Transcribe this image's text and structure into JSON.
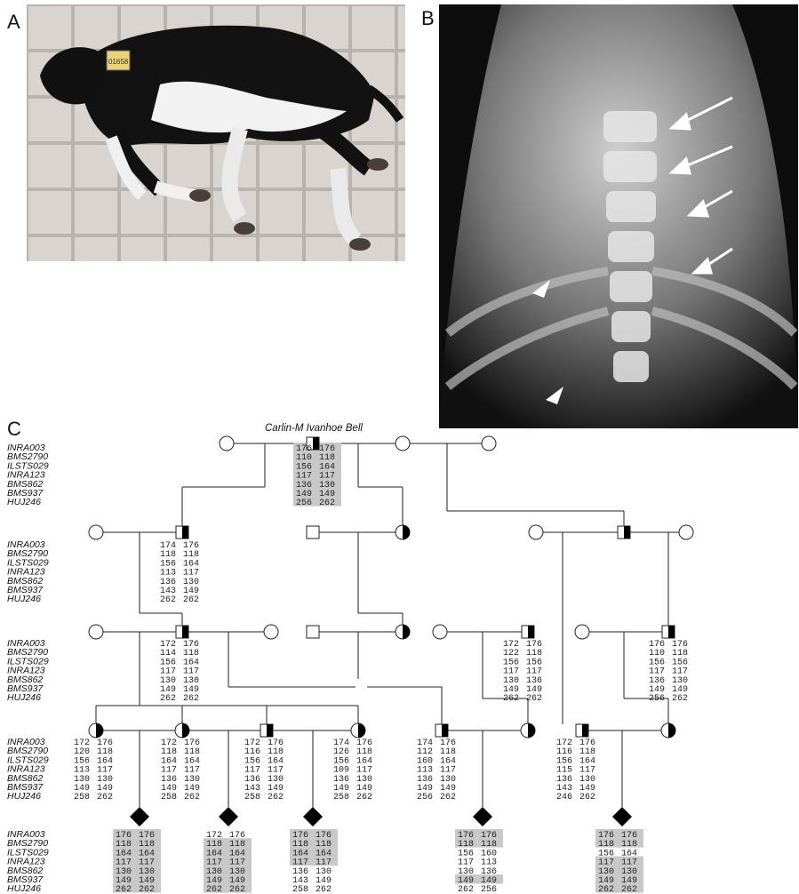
{
  "panels": {
    "a": "A",
    "b": "B",
    "c": "C"
  },
  "photo": {
    "ear_tag": "01658"
  },
  "pedigree": {
    "founder_name": "Carlin-M Ivanhoe Bell",
    "markers": [
      "INRA003",
      "BMS2790",
      "ILSTS029",
      "INRA123",
      "BMS862",
      "BMS937",
      "HUJ246"
    ],
    "genotypes": {
      "founder": [
        [
          "176",
          "176"
        ],
        [
          "110",
          "118"
        ],
        [
          "156",
          "164"
        ],
        [
          "117",
          "117"
        ],
        [
          "136",
          "130"
        ],
        [
          "149",
          "149"
        ],
        [
          "256",
          "262"
        ]
      ],
      "g2_male": [
        [
          "174",
          "176"
        ],
        [
          "118",
          "118"
        ],
        [
          "156",
          "164"
        ],
        [
          "113",
          "117"
        ],
        [
          "136",
          "130"
        ],
        [
          "143",
          "149"
        ],
        [
          "262",
          "262"
        ]
      ],
      "g3_male_left": [
        [
          "172",
          "176"
        ],
        [
          "114",
          "118"
        ],
        [
          "156",
          "164"
        ],
        [
          "117",
          "117"
        ],
        [
          "130",
          "130"
        ],
        [
          "149",
          "149"
        ],
        [
          "262",
          "262"
        ]
      ],
      "g3_male_mid": [
        [
          "172",
          "176"
        ],
        [
          "122",
          "118"
        ],
        [
          "156",
          "156"
        ],
        [
          "117",
          "117"
        ],
        [
          "130",
          "136"
        ],
        [
          "149",
          "149"
        ],
        [
          "262",
          "262"
        ]
      ],
      "g3_male_right": [
        [
          "176",
          "176"
        ],
        [
          "110",
          "118"
        ],
        [
          "156",
          "156"
        ],
        [
          "117",
          "117"
        ],
        [
          "136",
          "130"
        ],
        [
          "149",
          "149"
        ],
        [
          "256",
          "262"
        ]
      ],
      "g4_f1": [
        [
          "172",
          "176"
        ],
        [
          "120",
          "118"
        ],
        [
          "156",
          "164"
        ],
        [
          "113",
          "117"
        ],
        [
          "130",
          "130"
        ],
        [
          "149",
          "149"
        ],
        [
          "258",
          "262"
        ]
      ],
      "g4_f2": [
        [
          "172",
          "176"
        ],
        [
          "118",
          "118"
        ],
        [
          "164",
          "164"
        ],
        [
          "117",
          "117"
        ],
        [
          "136",
          "130"
        ],
        [
          "149",
          "149"
        ],
        [
          "258",
          "262"
        ]
      ],
      "g4_m3": [
        [
          "172",
          "176"
        ],
        [
          "116",
          "118"
        ],
        [
          "156",
          "164"
        ],
        [
          "117",
          "117"
        ],
        [
          "136",
          "130"
        ],
        [
          "143",
          "149"
        ],
        [
          "258",
          "262"
        ]
      ],
      "g4_f4": [
        [
          "174",
          "176"
        ],
        [
          "126",
          "118"
        ],
        [
          "156",
          "164"
        ],
        [
          "109",
          "117"
        ],
        [
          "136",
          "130"
        ],
        [
          "149",
          "149"
        ],
        [
          "258",
          "262"
        ]
      ],
      "g4_m5": [
        [
          "174",
          "176"
        ],
        [
          "112",
          "118"
        ],
        [
          "160",
          "164"
        ],
        [
          "113",
          "117"
        ],
        [
          "136",
          "130"
        ],
        [
          "149",
          "149"
        ],
        [
          "256",
          "262"
        ]
      ],
      "g4_m6": [
        [
          "172",
          "176"
        ],
        [
          "116",
          "118"
        ],
        [
          "156",
          "164"
        ],
        [
          "115",
          "117"
        ],
        [
          "136",
          "130"
        ],
        [
          "143",
          "149"
        ],
        [
          "246",
          "262"
        ]
      ],
      "aff1": [
        [
          "176",
          "176"
        ],
        [
          "118",
          "118"
        ],
        [
          "164",
          "164"
        ],
        [
          "117",
          "117"
        ],
        [
          "130",
          "130"
        ],
        [
          "149",
          "149"
        ],
        [
          "262",
          "262"
        ]
      ],
      "aff2": [
        [
          "172",
          "176"
        ],
        [
          "118",
          "118"
        ],
        [
          "164",
          "164"
        ],
        [
          "117",
          "117"
        ],
        [
          "130",
          "130"
        ],
        [
          "149",
          "149"
        ],
        [
          "262",
          "262"
        ]
      ],
      "aff3": [
        [
          "176",
          "176"
        ],
        [
          "118",
          "118"
        ],
        [
          "164",
          "164"
        ],
        [
          "117",
          "117"
        ],
        [
          "136",
          "130"
        ],
        [
          "143",
          "149"
        ],
        [
          "258",
          "262"
        ]
      ],
      "aff4": [
        [
          "176",
          "176"
        ],
        [
          "118",
          "118"
        ],
        [
          "156",
          "160"
        ],
        [
          "117",
          "113"
        ],
        [
          "130",
          "136"
        ],
        [
          "149",
          "149"
        ],
        [
          "262",
          "256"
        ]
      ],
      "aff5": [
        [
          "176",
          "176"
        ],
        [
          "118",
          "118"
        ],
        [
          "156",
          "164"
        ],
        [
          "117",
          "117"
        ],
        [
          "130",
          "130"
        ],
        [
          "149",
          "149"
        ],
        [
          "262",
          "262"
        ]
      ]
    },
    "shaded": {
      "founder": [
        1,
        1,
        1,
        1,
        1,
        1,
        1
      ],
      "aff1": [
        1,
        1,
        1,
        1,
        1,
        1,
        1
      ],
      "aff2": [
        0,
        1,
        1,
        1,
        1,
        1,
        1
      ],
      "aff3": [
        1,
        1,
        1,
        1,
        0,
        0,
        0
      ],
      "aff4": [
        1,
        1,
        0,
        0,
        0,
        1,
        0
      ],
      "aff5": [
        1,
        1,
        0,
        1,
        1,
        1,
        1
      ]
    },
    "shade_color": "#c8c8c8"
  }
}
